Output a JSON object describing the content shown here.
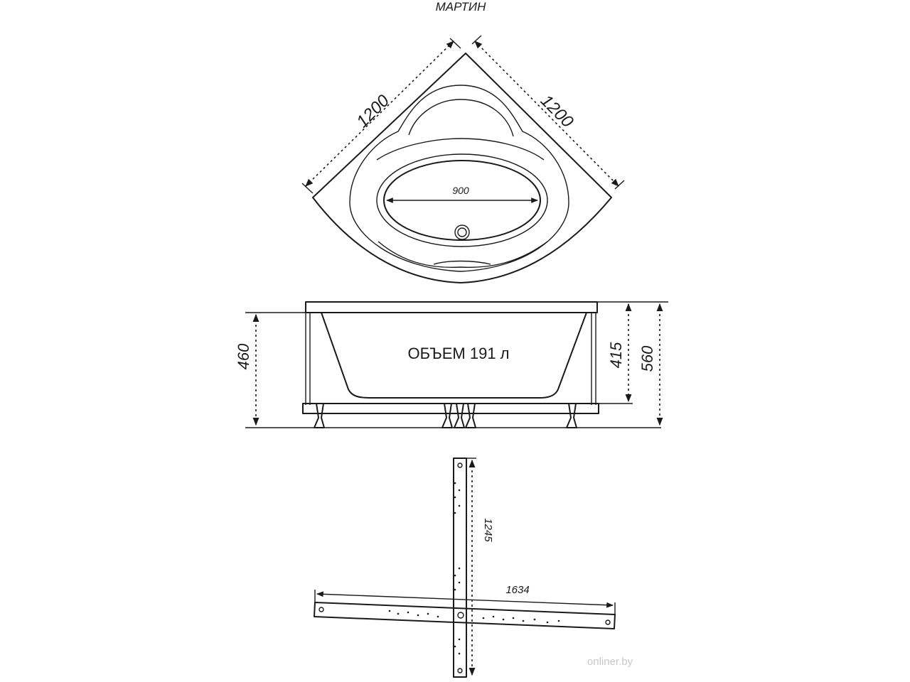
{
  "title": "МАРТИН",
  "top_view": {
    "side_left": "1200",
    "side_right": "1200",
    "bowl_width": "900"
  },
  "side_view": {
    "volume": "ОБЪЕМ 191 л",
    "height_left": "460",
    "height_inner": "415",
    "height_total": "560"
  },
  "frame": {
    "length_vertical": "1245",
    "length_horizontal": "1634"
  },
  "watermark": "onliner.by"
}
